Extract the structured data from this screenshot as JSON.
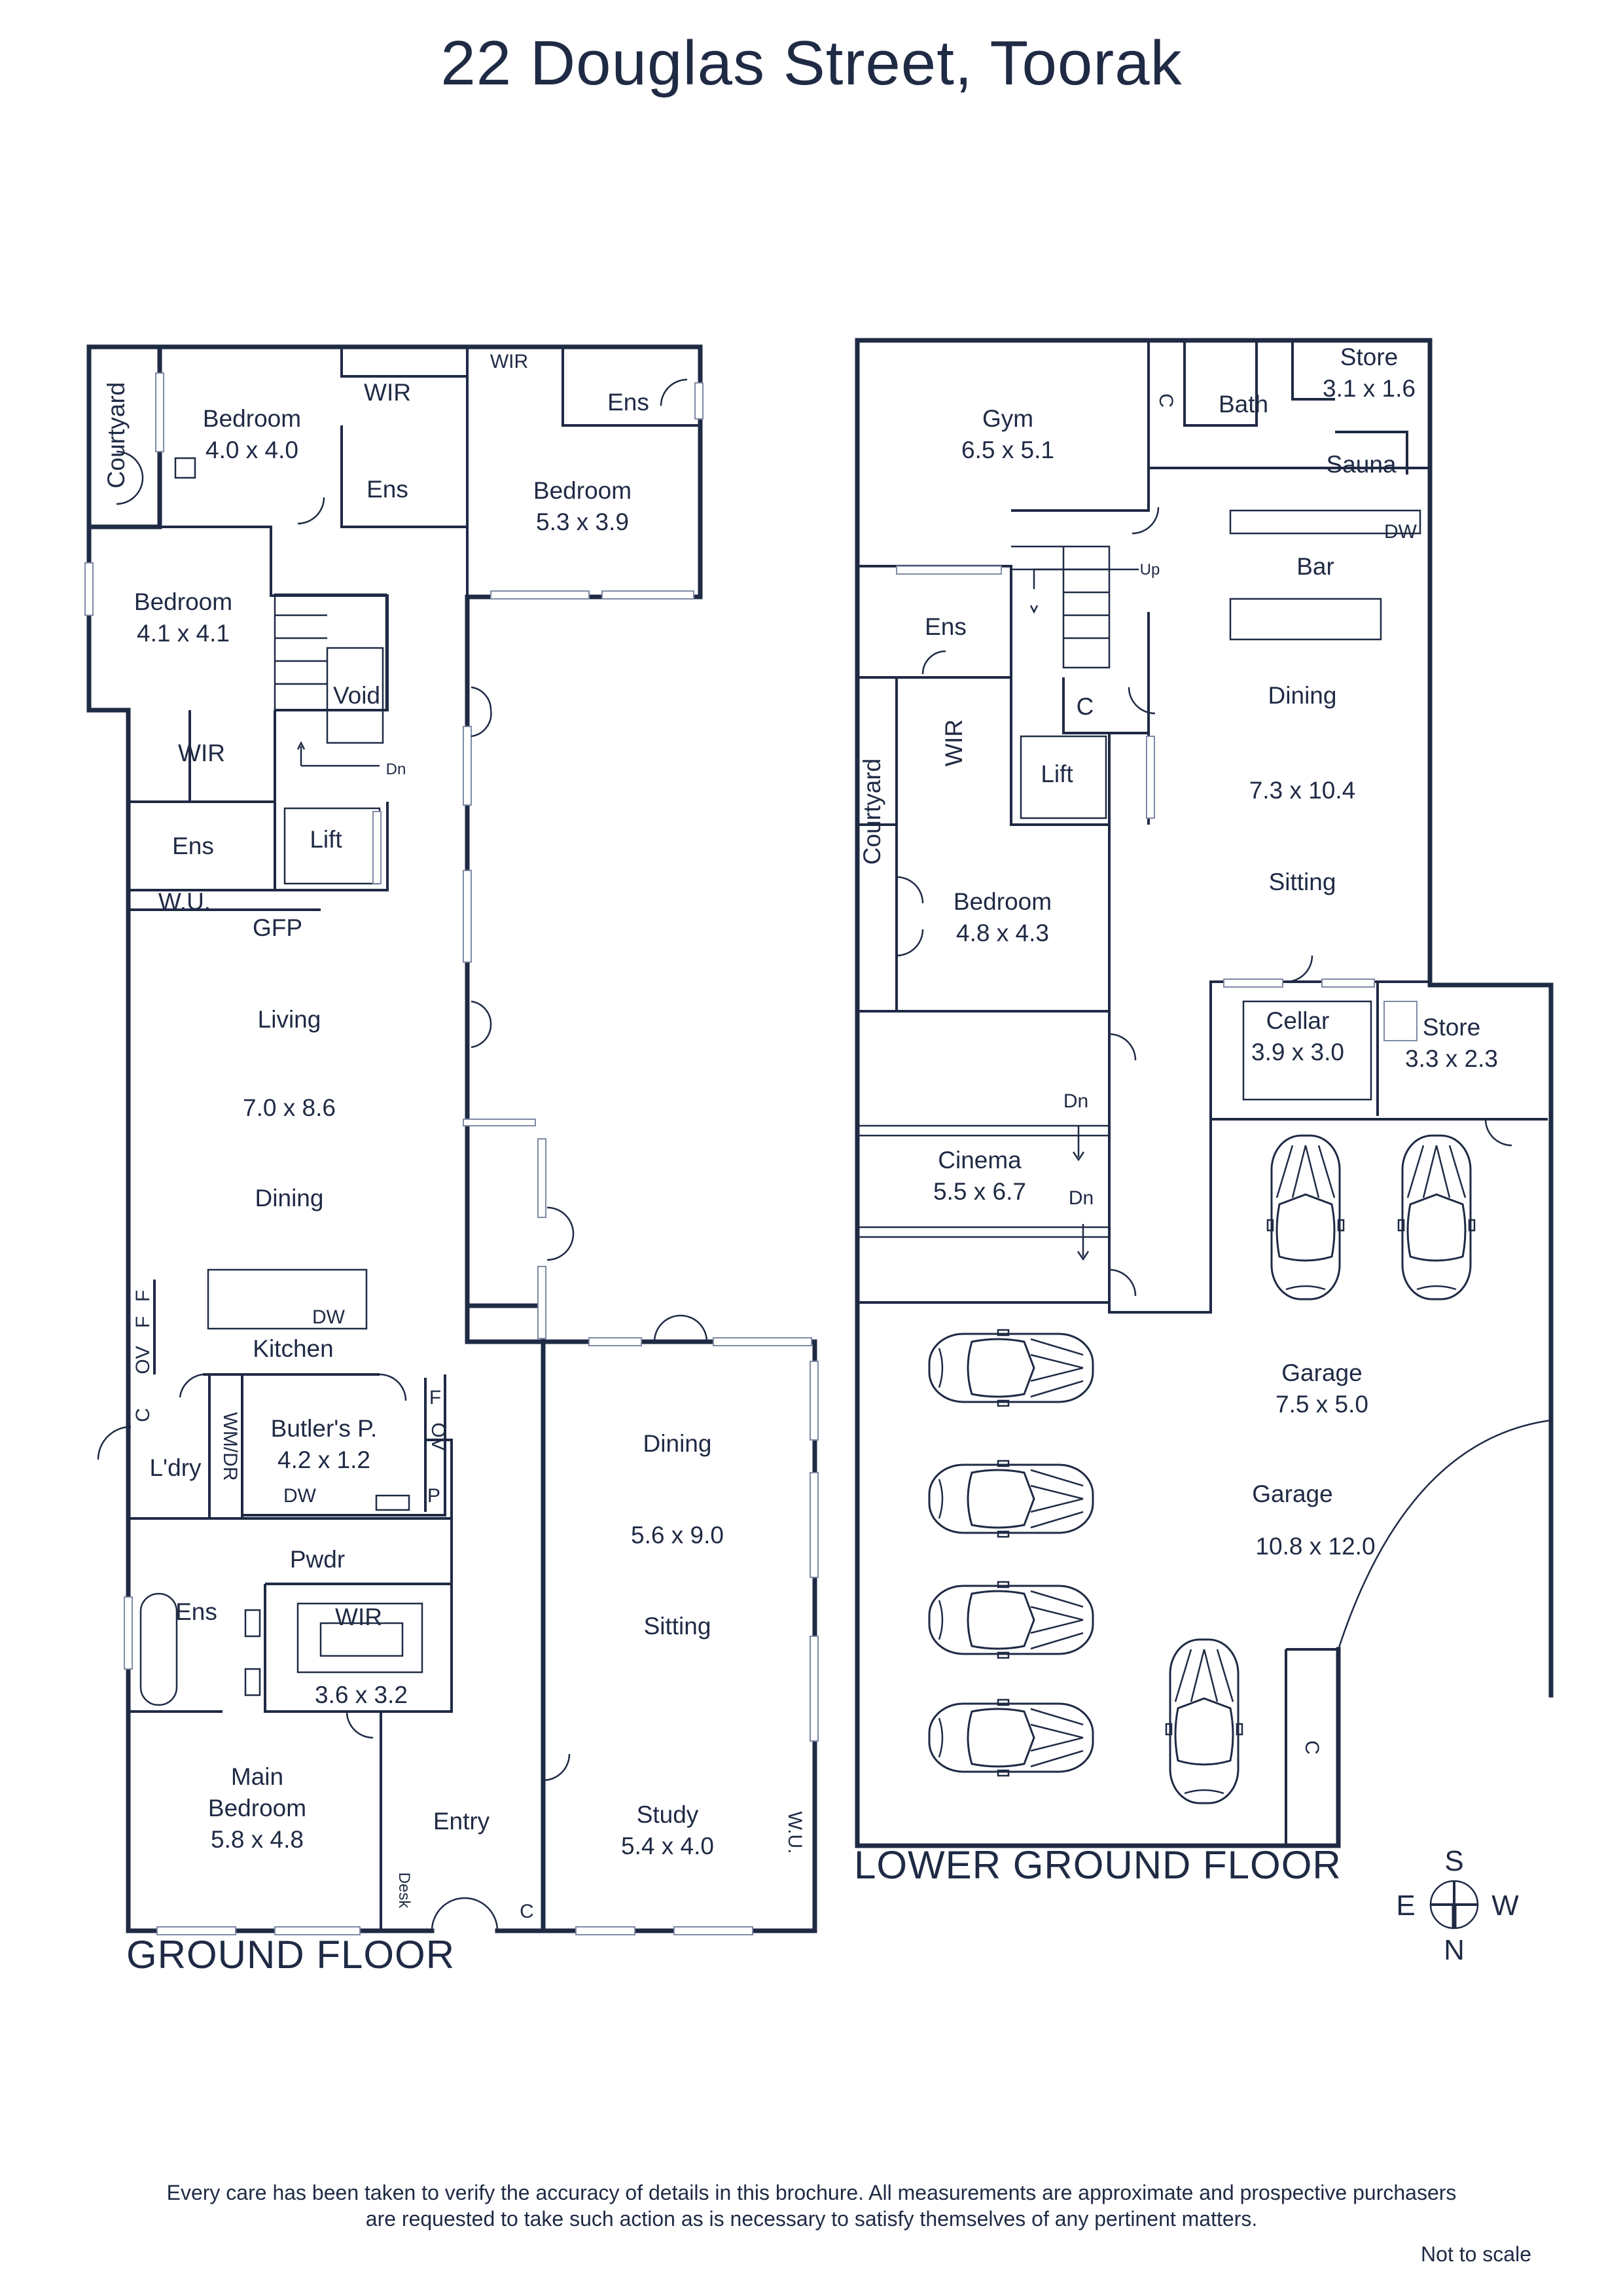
{
  "title": "22 Douglas Street, Toorak",
  "floors": {
    "ground": "GROUND FLOOR",
    "lower": "LOWER GROUND FLOOR"
  },
  "ground_rooms": {
    "courtyard": "Courtyard",
    "bedroom_a": "Bedroom",
    "bedroom_a_dim": "4.0 x 4.0",
    "wir_a": "WIR",
    "wir_b": "WIR",
    "ens_a": "Ens",
    "ens_b": "Ens",
    "bedroom_b": "Bedroom",
    "bedroom_b_dim": "5.3 x 3.9",
    "bedroom_c": "Bedroom",
    "bedroom_c_dim": "4.1 x 4.1",
    "void": "Void",
    "dn": "Dn",
    "wir_c": "WIR",
    "ens_c": "Ens",
    "lift": "Lift",
    "wu_a": "W.U.",
    "gfp": "GFP",
    "living": "Living",
    "living_dim": "7.0 x 8.6",
    "dining": "Dining",
    "f_a": "F",
    "f_b": "F",
    "ov_a": "OV",
    "dw_a": "DW",
    "kitchen": "Kitchen",
    "c_a": "C",
    "wmdr": "WM/DR",
    "ldry": "L'dry",
    "butlers": "Butler's P.",
    "butlers_dim": "4.2 x 1.2",
    "f_c": "F",
    "ov_b": "OV",
    "dw_b": "DW",
    "p": "P",
    "pwdr": "Pwdr",
    "ens_d": "Ens",
    "wir_d": "WIR",
    "wir_d_dim": "3.6 x 3.2",
    "main_bedroom_1": "Main",
    "main_bedroom_2": "Bedroom",
    "main_bedroom_dim": "5.8 x 4.8",
    "desk": "Desk",
    "entry": "Entry",
    "c_b": "C",
    "study": "Study",
    "study_dim": "5.4 x 4.0",
    "wu_b": "W.U.",
    "dining2": "Dining",
    "dining2_dim": "5.6 x 9.0",
    "sitting": "Sitting"
  },
  "lower_rooms": {
    "gym": "Gym",
    "gym_dim": "6.5 x 5.1",
    "c_a": "C",
    "bath": "Bath",
    "store_a": "Store",
    "store_a_dim": "3.1 x 1.6",
    "sauna": "Sauna",
    "dw": "DW",
    "bar": "Bar",
    "up": "Up",
    "ens": "Ens",
    "c_b": "C",
    "wir": "WIR",
    "lift": "Lift",
    "courtyard": "Courtyard",
    "bedroom": "Bedroom",
    "bedroom_dim": "4.8 x 4.3",
    "dining": "Dining",
    "dining_dim": "7.3 x 10.4",
    "sitting": "Sitting",
    "cellar": "Cellar",
    "cellar_dim": "3.9 x 3.0",
    "store_b": "Store",
    "store_b_dim": "3.3 x 2.3",
    "dn_a": "Dn",
    "dn_b": "Dn",
    "cinema": "Cinema",
    "cinema_dim": "5.5 x 6.7",
    "garage_a": "Garage",
    "garage_a_dim": "7.5 x 5.0",
    "garage_b": "Garage",
    "garage_b_dim": "10.8 x 12.0",
    "c_c": "C"
  },
  "compass": {
    "s": "S",
    "e": "E",
    "w": "W",
    "n": "N"
  },
  "footer": {
    "line1": "Every care has been taken to verify the accuracy of details in this brochure.  All measurements are approximate and prospective purchasers",
    "line2": "are requested to take such action as is necessary to satisfy themselves of any pertinent matters.",
    "not_to_scale": "Not to scale"
  },
  "colors": {
    "ink": "#1f2a44",
    "window": "#7f8aa6"
  }
}
